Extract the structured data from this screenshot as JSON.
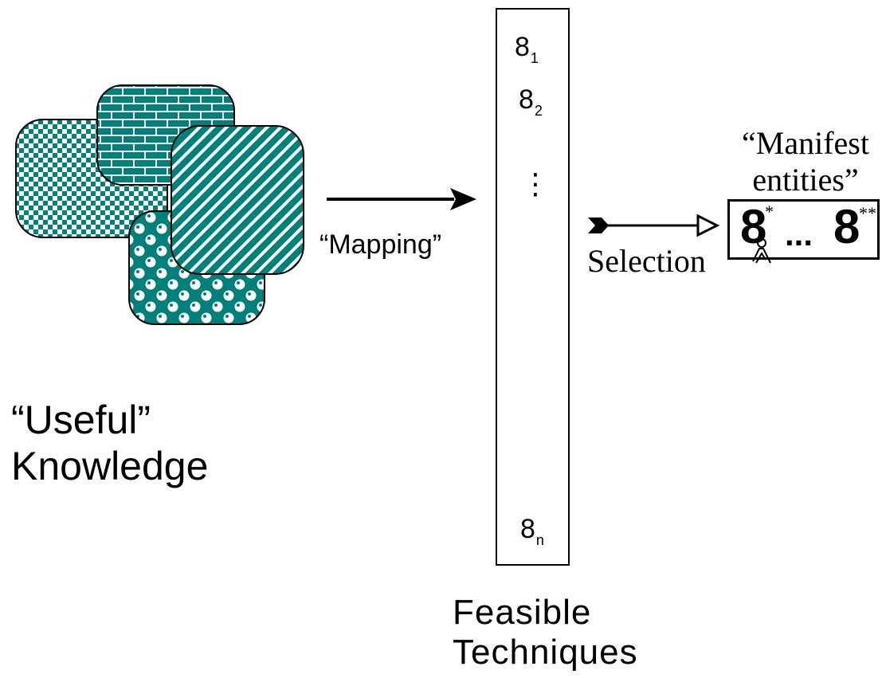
{
  "knowledge_label": {
    "line1": "“Useful”",
    "line2": "Knowledge"
  },
  "mapping_label": "“Mapping”",
  "techniques": {
    "items": [
      {
        "base": "8",
        "sub": "1"
      },
      {
        "base": "8",
        "sub": "2"
      },
      {
        "base": "8",
        "sub": "n"
      }
    ],
    "ellipsis": "⋮",
    "label_line1": "Feasible",
    "label_line2": "Techniques"
  },
  "selection_label": "Selection",
  "manifest": {
    "label_line1": "“Manifest",
    "label_line2": "entities”",
    "left_symbol": "8",
    "left_mark": "*",
    "ellipsis": "...",
    "right_symbol": "8",
    "right_mark": "**"
  },
  "colors": {
    "teal": "#00807a",
    "ink": "#000000"
  }
}
